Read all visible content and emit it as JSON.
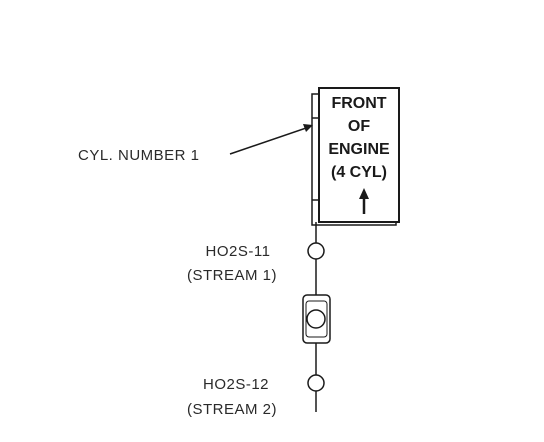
{
  "engine_block": {
    "lines": [
      "FRONT",
      "OF",
      "ENGINE",
      "(4 CYL)"
    ]
  },
  "labels": {
    "cylinder": "CYL. NUMBER 1",
    "sensor_upstream": {
      "name": "HO2S-11",
      "stream": "(STREAM 1)"
    },
    "sensor_downstream": {
      "name": "HO2S-12",
      "stream": "(STREAM 2)"
    }
  },
  "icons": {
    "front_arrow": "up-arrow-icon",
    "converter": "catalytic-converter-icon",
    "sensor": "oxygen-sensor-icon"
  },
  "colors": {
    "ink": "#1a1a1a",
    "background": "#ffffff"
  }
}
